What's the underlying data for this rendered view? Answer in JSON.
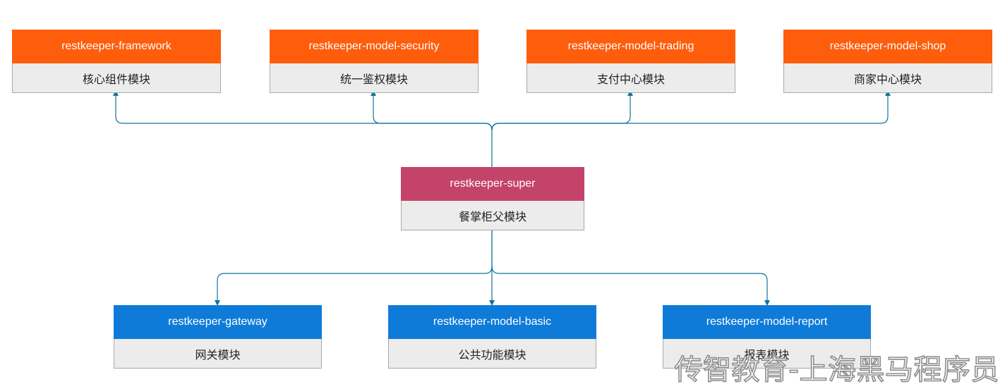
{
  "colors": {
    "top_module": "#fe5d0c",
    "root_module": "#c4436b",
    "bottom_module": "#0f7bd9",
    "body_fill": "#ececec",
    "edge": "#10739e"
  },
  "root": {
    "title": "restkeeper-super",
    "desc": "餐掌柜父模块"
  },
  "top_modules": [
    {
      "title": "restkeeper-framework",
      "desc": "核心组件模块"
    },
    {
      "title": "restkeeper-model-security",
      "desc": "统一鉴权模块"
    },
    {
      "title": "restkeeper-model-trading",
      "desc": "支付中心模块"
    },
    {
      "title": "restkeeper-model-shop",
      "desc": "商家中心模块"
    }
  ],
  "bottom_modules": [
    {
      "title": "restkeeper-gateway",
      "desc": "网关模块"
    },
    {
      "title": "restkeeper-model-basic",
      "desc": "公共功能模块"
    },
    {
      "title": "restkeeper-model-report",
      "desc": "报表模块"
    }
  ],
  "watermark": "传智教育-上海黑马程序员"
}
